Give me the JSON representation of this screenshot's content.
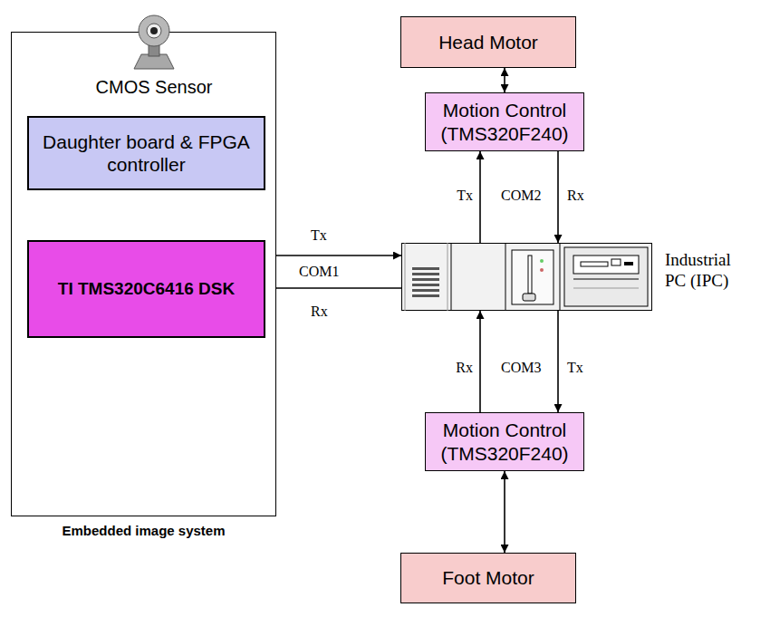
{
  "diagram": {
    "nodes": [
      {
        "text": [
          "Embedded image system"
        ]
      },
      {
        "text": [
          "CMOS Sensor"
        ],
        "in": 0
      },
      {
        "text": [
          "Daughter board & FPGA controller"
        ],
        "in": 0
      },
      {
        "text": [
          "TI TMS320C6416 DSK"
        ],
        "in": 0
      },
      {
        "text": [
          "Head Motor"
        ]
      },
      {
        "text": [
          "Motion Control (TMS320F240)"
        ]
      },
      {
        "text": [
          "Industrial PC (IPC)"
        ]
      },
      {
        "text": [
          "Motion Control (TMS320F240)"
        ]
      },
      {
        "text": [
          "Foot Motor"
        ]
      }
    ],
    "edges": [
      {
        "from": 1,
        "to": 2,
        "arrow": "to"
      },
      {
        "from": 2,
        "to": 3,
        "arrow": "to"
      },
      {
        "from": 3,
        "to": 2,
        "arrow": "to"
      },
      {
        "from": 2,
        "to": 6,
        "arrow": "to"
      },
      {
        "from": 6,
        "to": 2,
        "arrow": "to"
      },
      {
        "from": 4,
        "to": 5,
        "arrow": "both"
      },
      {
        "from": 6,
        "to": 5,
        "arrow": "to"
      },
      {
        "from": 5,
        "to": 6,
        "arrow": "to"
      },
      {
        "from": 7,
        "to": 6,
        "arrow": "to"
      },
      {
        "from": 6,
        "to": 7,
        "arrow": "to"
      },
      {
        "from": 7,
        "to": 8,
        "arrow": "both"
      }
    ],
    "labels": [
      "Tx",
      "COM1",
      "Rx",
      "Tx",
      "COM2",
      "Rx",
      "Rx",
      "COM3",
      "Tx"
    ]
  }
}
